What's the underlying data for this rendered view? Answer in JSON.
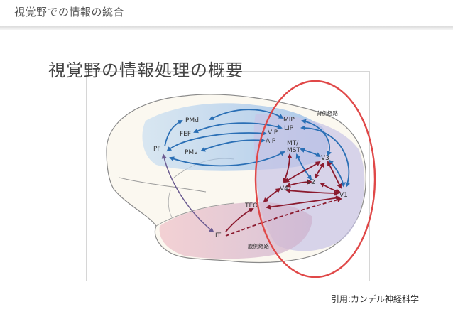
{
  "header": {
    "title": "視覚野での情報の統合"
  },
  "slide": {
    "title": "視覚野の情報処理の概要"
  },
  "citation": "引用:カンデル神経科学",
  "diagram": {
    "areas": {
      "pmd": "PMd",
      "fef": "FEF",
      "pf": "PF",
      "pmv": "PMv",
      "mip": "MIP",
      "lip": "LIP",
      "vip": "VIP",
      "aip": "AIP",
      "mt_mst": "MT/\nMST",
      "v3": "V3",
      "v2": "V2",
      "v4": "V4",
      "v1": "V1",
      "teo": "TEO",
      "it": "IT"
    },
    "pathways": {
      "dorsal": "背側経路",
      "ventral": "腹側経路"
    },
    "colors": {
      "dorsal_arrow": "#2a6fb5",
      "ventral_arrow": "#8b1a2e",
      "highlight_ellipse": "#e04848",
      "prefrontal_arrow": "#6a5a90"
    }
  }
}
